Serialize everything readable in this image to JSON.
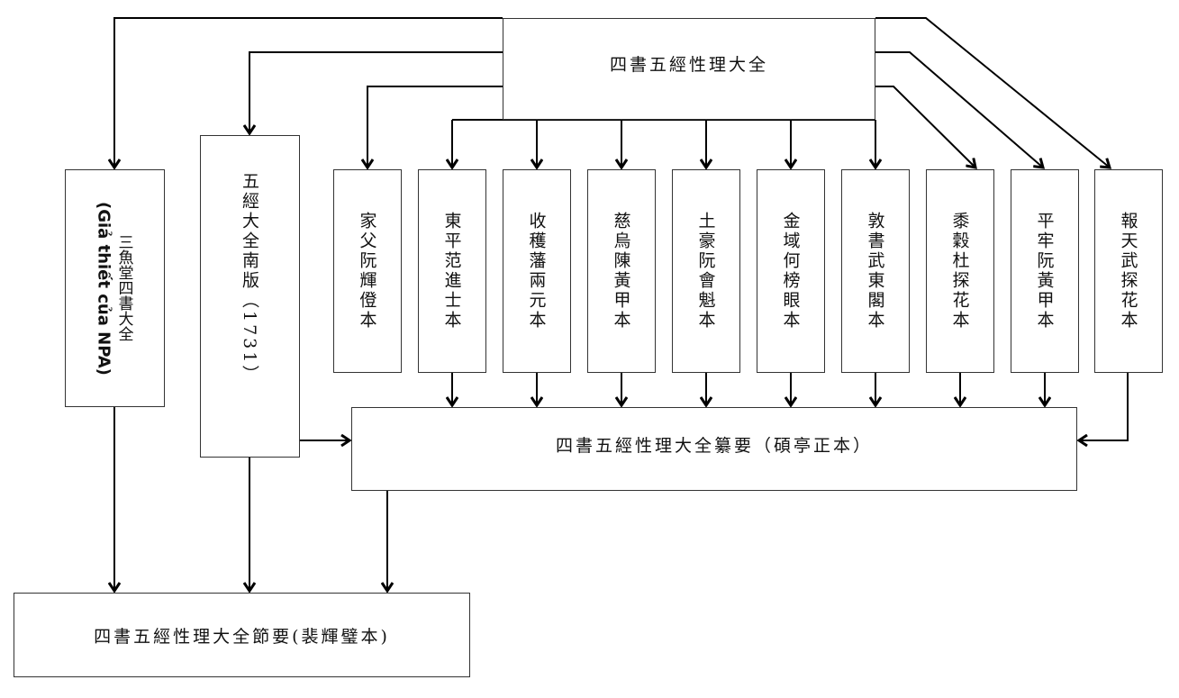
{
  "diagram": {
    "root": {
      "label": "四書五經性理大全"
    },
    "left_hypothesis": {
      "label": "三魚堂四書大全",
      "note": "(Giả thiết của NPA)"
    },
    "southern_edition": {
      "label": "五經大全南版（1731）"
    },
    "editions": [
      {
        "label": "家父阮輝僜本"
      },
      {
        "label": "東平范進士本"
      },
      {
        "label": "收穫藩兩元本"
      },
      {
        "label": "慈烏陳黃甲本"
      },
      {
        "label": "土豪阮會魁本"
      },
      {
        "label": "金域何榜眼本"
      },
      {
        "label": "敦書武東閣本"
      },
      {
        "label": "黍穀杜探花本"
      },
      {
        "label": "平牢阮黃甲本"
      },
      {
        "label": "報天武探花本"
      }
    ],
    "compilation": {
      "label": "四書五經性理大全纂要（碩亭正本）"
    },
    "final": {
      "label": "四書五經性理大全節要(裴輝璧本)"
    },
    "colors": {
      "line": "#000000",
      "border": "#333333",
      "background": "#ffffff"
    }
  }
}
